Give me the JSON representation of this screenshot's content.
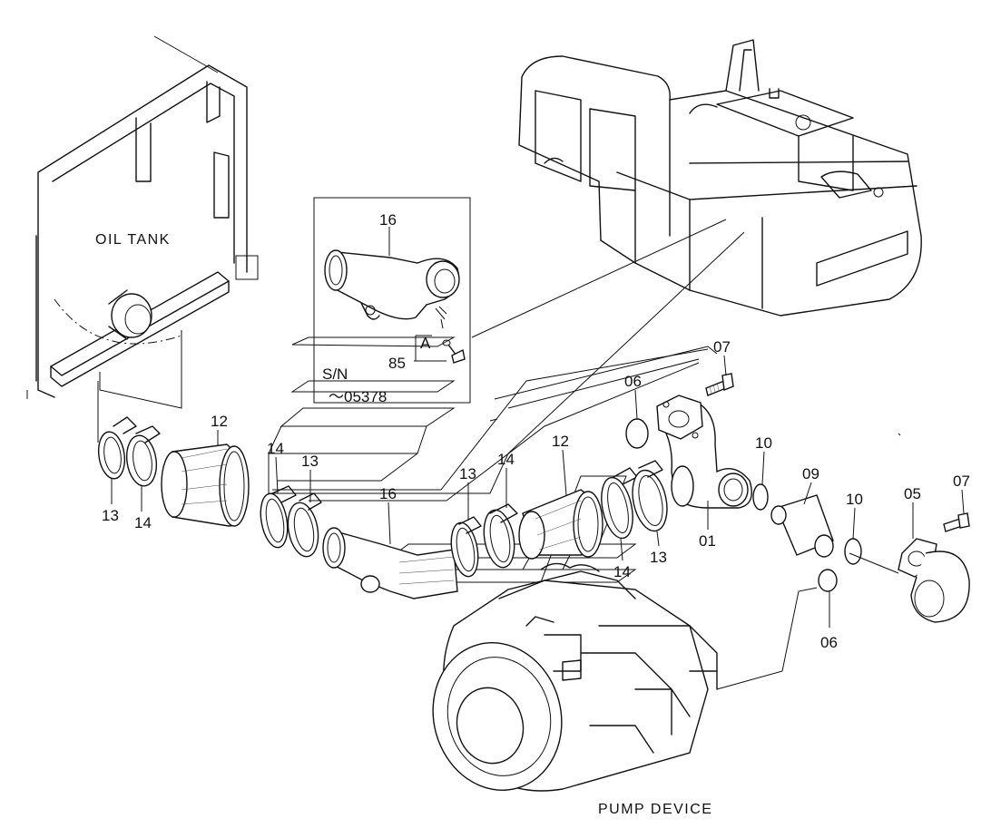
{
  "captions": {
    "oil_tank": "OIL TANK",
    "pump_device": "PUMP DEVICE",
    "sn_line1": "S/N",
    "sn_line2": "～05378",
    "detail_a": "A"
  },
  "part_labels": {
    "p16_inset": "16",
    "p85": "85",
    "p12_left": "12",
    "p13_left": "13",
    "p14_left": "14",
    "p14_mid": "14",
    "p13_mid": "13",
    "p16_main": "16",
    "p13_c": "13",
    "p14_c": "14",
    "p12_right": "12",
    "p14_d": "14",
    "p13_d": "13",
    "p01": "01",
    "p06_top": "06",
    "p07_top": "07",
    "p10_top": "10",
    "p09": "09",
    "p10_bot": "10",
    "p05": "05",
    "p07_right": "07",
    "p06_bot": "06"
  }
}
